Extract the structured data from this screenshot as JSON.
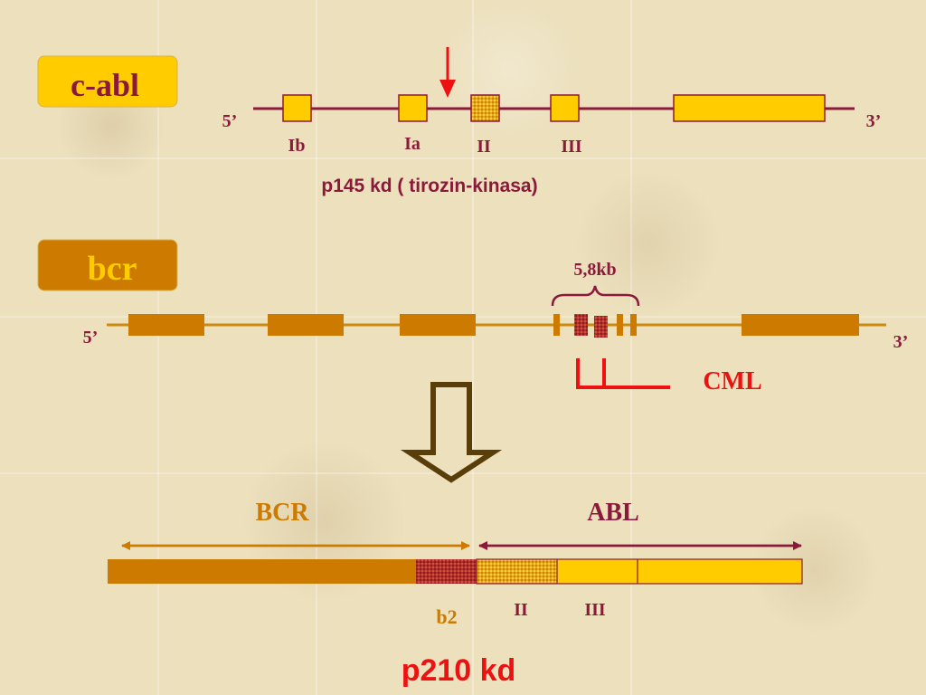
{
  "colors": {
    "gene_line": "#8b1a3a",
    "bcr_line": "#cc8a0e",
    "abl_exon": "#ffcc00",
    "bcr_exon": "#cc7a00",
    "breakpoint_red": "#ee1111",
    "label_dark_red": "#8b1a3a",
    "label_orange": "#cc7a00",
    "box_yellow": "#ffcc00",
    "box_orange": "#cc7a00"
  },
  "cabl": {
    "title": "c-abl",
    "five_prime": "5’",
    "three_prime": "3’",
    "exons": [
      "Ib",
      "Ia",
      "II",
      "III"
    ],
    "protein": "p145 kd ( tirozin-kinasa)"
  },
  "bcr": {
    "title": "bcr",
    "five_prime": "5’",
    "three_prime": "3’",
    "region_label": "5,8kb",
    "cml_label": "CML"
  },
  "fusion": {
    "bcr_label": "BCR",
    "abl_label": "ABL",
    "b2_label": "b2",
    "exon_labels": [
      "II",
      "III"
    ],
    "protein": "p210 kd"
  }
}
